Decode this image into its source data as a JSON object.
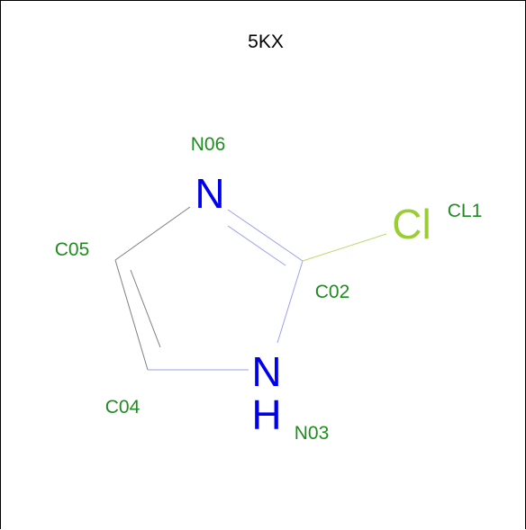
{
  "title": "5KX",
  "colors": {
    "label": "#1f8c1f",
    "nitrogen": "#0000ee",
    "chlorine": "#9acd32",
    "carbon_bond": "#808080",
    "nitrogen_bond": "#9aa0ee",
    "chlorine_bond": "#b8dc6a"
  },
  "atoms": {
    "n06": {
      "label": "N06",
      "element": "N"
    },
    "c05": {
      "label": "C05"
    },
    "c02": {
      "label": "C02"
    },
    "c04": {
      "label": "C04"
    },
    "n03": {
      "label": "N03",
      "element_top": "N",
      "element_bottom": "H"
    },
    "cl1": {
      "label": "CL1",
      "element": "Cl"
    }
  }
}
